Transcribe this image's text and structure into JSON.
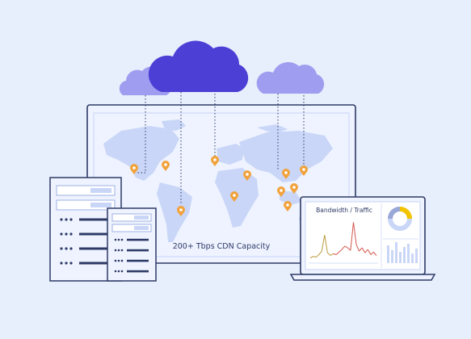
{
  "diagram": {
    "capacity_label": "200+ Tbps CDN Capacity",
    "chart_title": "Bandwidth / Traffic"
  },
  "colors": {
    "background": "#e7eefc",
    "cloud_primary": "#4b3fd6",
    "cloud_secondary": "#9e9df0",
    "pin": "#f2a23a",
    "panel_fill": "#eef3ff",
    "outline": "#2d3a66",
    "map_land": "#c9d6f7",
    "traffic_line": "#d4574c",
    "traffic_line_alt": "#b99a3b",
    "donut": "#f2c400"
  },
  "chart_data": {
    "type": "line",
    "title": "Bandwidth / Traffic",
    "xlabel": "",
    "ylabel": "",
    "series": [
      {
        "values": [
          6,
          8,
          7,
          10,
          14,
          33,
          12,
          9,
          11,
          10,
          13,
          16,
          20,
          18,
          15,
          48,
          22,
          14,
          18,
          12,
          16,
          10,
          13,
          9
        ]
      }
    ],
    "ylim": [
      0,
      55
    ]
  }
}
